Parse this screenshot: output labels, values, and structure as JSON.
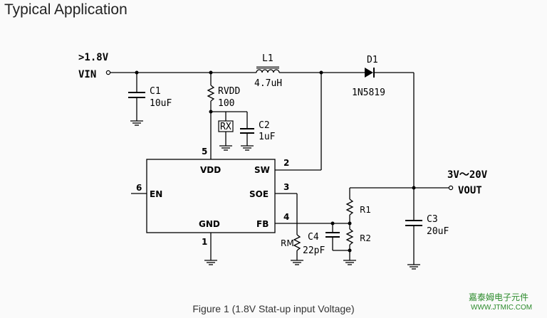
{
  "heading": "Typical Application",
  "caption": "Figure 1 (1.8V Stat-up input Voltage)",
  "watermark": {
    "line1": "嘉泰姆电子元件",
    "line2": "WWW.JTMIC.COM"
  },
  "input": {
    "voltage": ">1.8V",
    "name": "VIN"
  },
  "output": {
    "voltage": "3V～20V",
    "name": "VOUT"
  },
  "inductor": {
    "ref": "L1",
    "value": "4.7uH"
  },
  "diode": {
    "ref": "D1",
    "value": "1N5819"
  },
  "c1": {
    "ref": "C1",
    "value": "10uF"
  },
  "rvdd": {
    "ref": "RVDD",
    "value": "100"
  },
  "rx": {
    "ref": "RX"
  },
  "c2": {
    "ref": "C2",
    "value": "1uF"
  },
  "c3": {
    "ref": "C3",
    "value": "20uF"
  },
  "c4": {
    "ref": "C4",
    "value": "22pF"
  },
  "rm": {
    "ref": "RM"
  },
  "r1": {
    "ref": "R1"
  },
  "r2": {
    "ref": "R2"
  },
  "ic": {
    "pins": [
      {
        "num": "5",
        "name": "VDD"
      },
      {
        "num": "2",
        "name": "SW"
      },
      {
        "num": "6",
        "name": "EN"
      },
      {
        "num": "3",
        "name": "SOE"
      },
      {
        "num": "4",
        "name": "FB"
      },
      {
        "num": "1",
        "name": "GND"
      }
    ]
  }
}
